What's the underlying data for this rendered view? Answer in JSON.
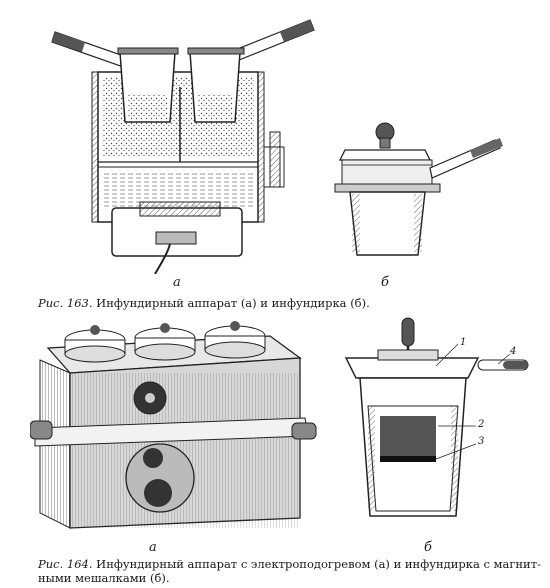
{
  "figure163": {
    "label_a": "а",
    "label_b": "б",
    "caption_prefix": "Рис. 163.",
    "caption_text": "Инфундирный аппарат (а) и инфундирка (б)."
  },
  "figure164": {
    "label_a": "а",
    "label_b": "б",
    "caption_prefix": "Рис. 164.",
    "caption_line1": "Инфундирный аппарат с электроподогревом (а) и инфундирка с магнит-",
    "caption_line2": "ными мешалками (б).",
    "callouts": [
      "1",
      "2",
      "3",
      "4"
    ]
  }
}
